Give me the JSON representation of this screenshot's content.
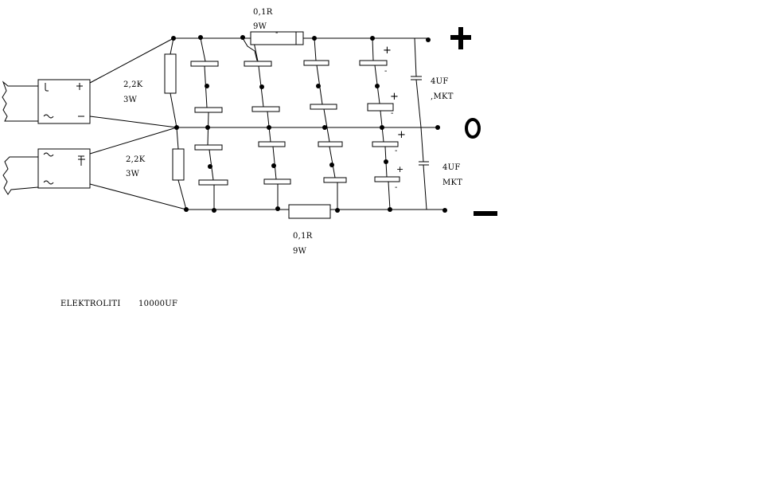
{
  "labels": {
    "top_resistor_value": "0,1R",
    "top_resistor_power": "9W",
    "bottom_resistor_value": "0,1R",
    "bottom_resistor_power": "9W",
    "bleeder_top_value": "2,2K",
    "bleeder_top_power": "3W",
    "bleeder_bottom_value": "2,2K",
    "bleeder_bottom_power": "3W",
    "film_cap_top_value": "4UF",
    "film_cap_top_type": ",MKT",
    "film_cap_bottom_value": "4UF",
    "film_cap_bottom_type": "MKT",
    "electrolytic_note": "ELEKTROLITI",
    "electrolytic_value": "10000UF"
  },
  "terminals": {
    "positive": "+",
    "ground": "0",
    "negative": "−"
  },
  "rectifiers": {
    "ac_symbol": "~",
    "plus_symbol": "+",
    "minus_symbol": "−"
  },
  "polarity_marks": {
    "plus": "+",
    "minus": "-"
  },
  "colors": {
    "wire": "#000000",
    "background": "#ffffff"
  }
}
